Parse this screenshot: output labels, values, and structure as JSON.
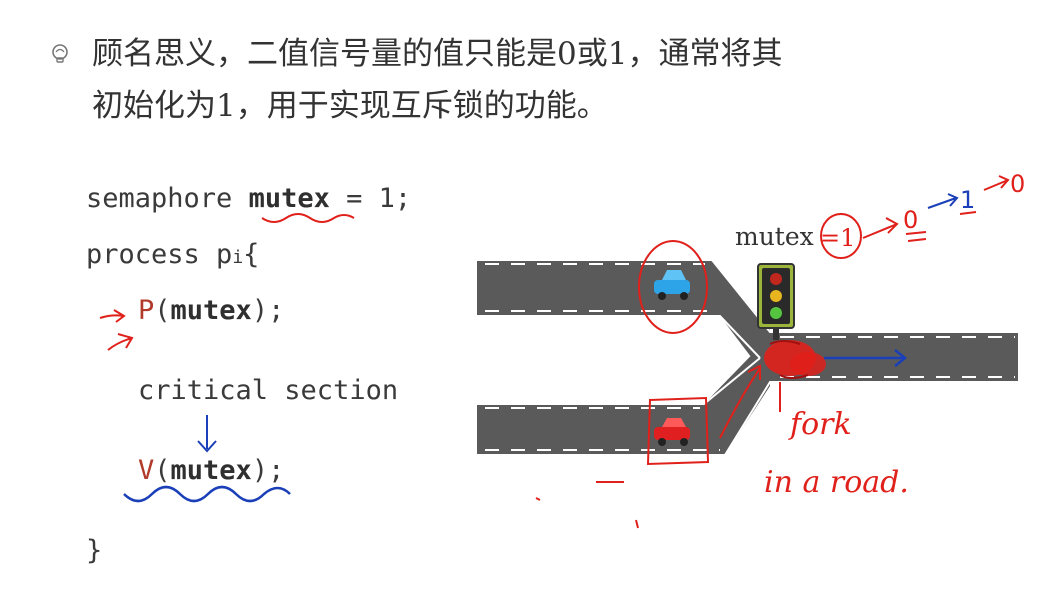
{
  "bullet": {
    "icon": "lightbulb-icon",
    "line1": "顾名思义，二值信号量的值只能是0或1，通常将其",
    "line2": "初始化为1，用于实现互斥锁的功能。"
  },
  "code": {
    "line1_pre": "semaphore ",
    "line1_var": "mutex",
    "line1_post": " = 1;",
    "line2_pre": "process p",
    "line2_sub": "i",
    "line2_post": "{",
    "p_call": "P",
    "p_arg": "mutex",
    "p_end": ");",
    "critical": "critical section",
    "v_call": "V",
    "v_arg": "mutex",
    "v_end": ");",
    "close": "}"
  },
  "diagram": {
    "mutex_label": "mutex",
    "annotations": {
      "value_eq": "=1",
      "value_0": "0",
      "value_1": "1",
      "value_0b": "0",
      "fork": "fork",
      "in_a_road": "in a road."
    }
  },
  "colors": {
    "road": "#5a5a5a",
    "ink_red": "#e0201a",
    "ink_blue": "#1a3fb8",
    "code_red": "#b13a2a"
  }
}
